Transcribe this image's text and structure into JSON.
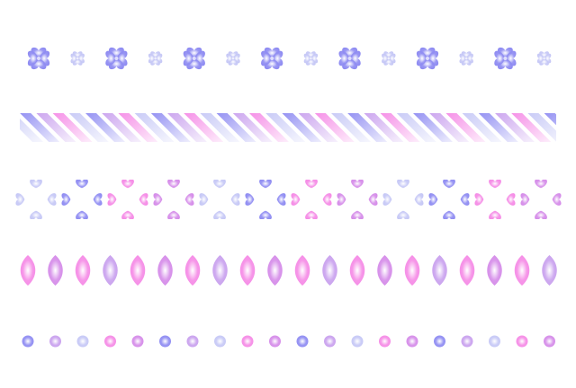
{
  "palette": {
    "blue": "#8f8cf2",
    "lavender": "#c9a1ee",
    "pale_blue": "#c6c8f6",
    "pink": "#f58be6",
    "orchid": "#d58ce9"
  },
  "rows": [
    {
      "id": "row-clovers-large",
      "kind": "clover",
      "icon": "clover-icon",
      "count": 14,
      "colors": [
        "blue",
        "pale_blue"
      ]
    },
    {
      "id": "row-diagonal-stripes",
      "kind": "stripe",
      "icon": "striped-band",
      "count": 1,
      "colors": [
        "blue",
        "lavender",
        "pink",
        "pale_blue"
      ]
    },
    {
      "id": "row-heart-clovers",
      "kind": "heart-clover",
      "icon": "heart-clover-icon",
      "count": 12,
      "colors": [
        "pale_blue",
        "blue",
        "pink",
        "orchid"
      ]
    },
    {
      "id": "row-petals",
      "kind": "petal",
      "icon": "petal-icon",
      "count": 20,
      "colors": [
        "pink",
        "orchid",
        "lavender"
      ]
    },
    {
      "id": "row-dots",
      "kind": "dot",
      "icon": "dot-icon",
      "count": 20,
      "colors": [
        "blue",
        "lavender",
        "pale_blue",
        "pink",
        "orchid"
      ]
    }
  ]
}
